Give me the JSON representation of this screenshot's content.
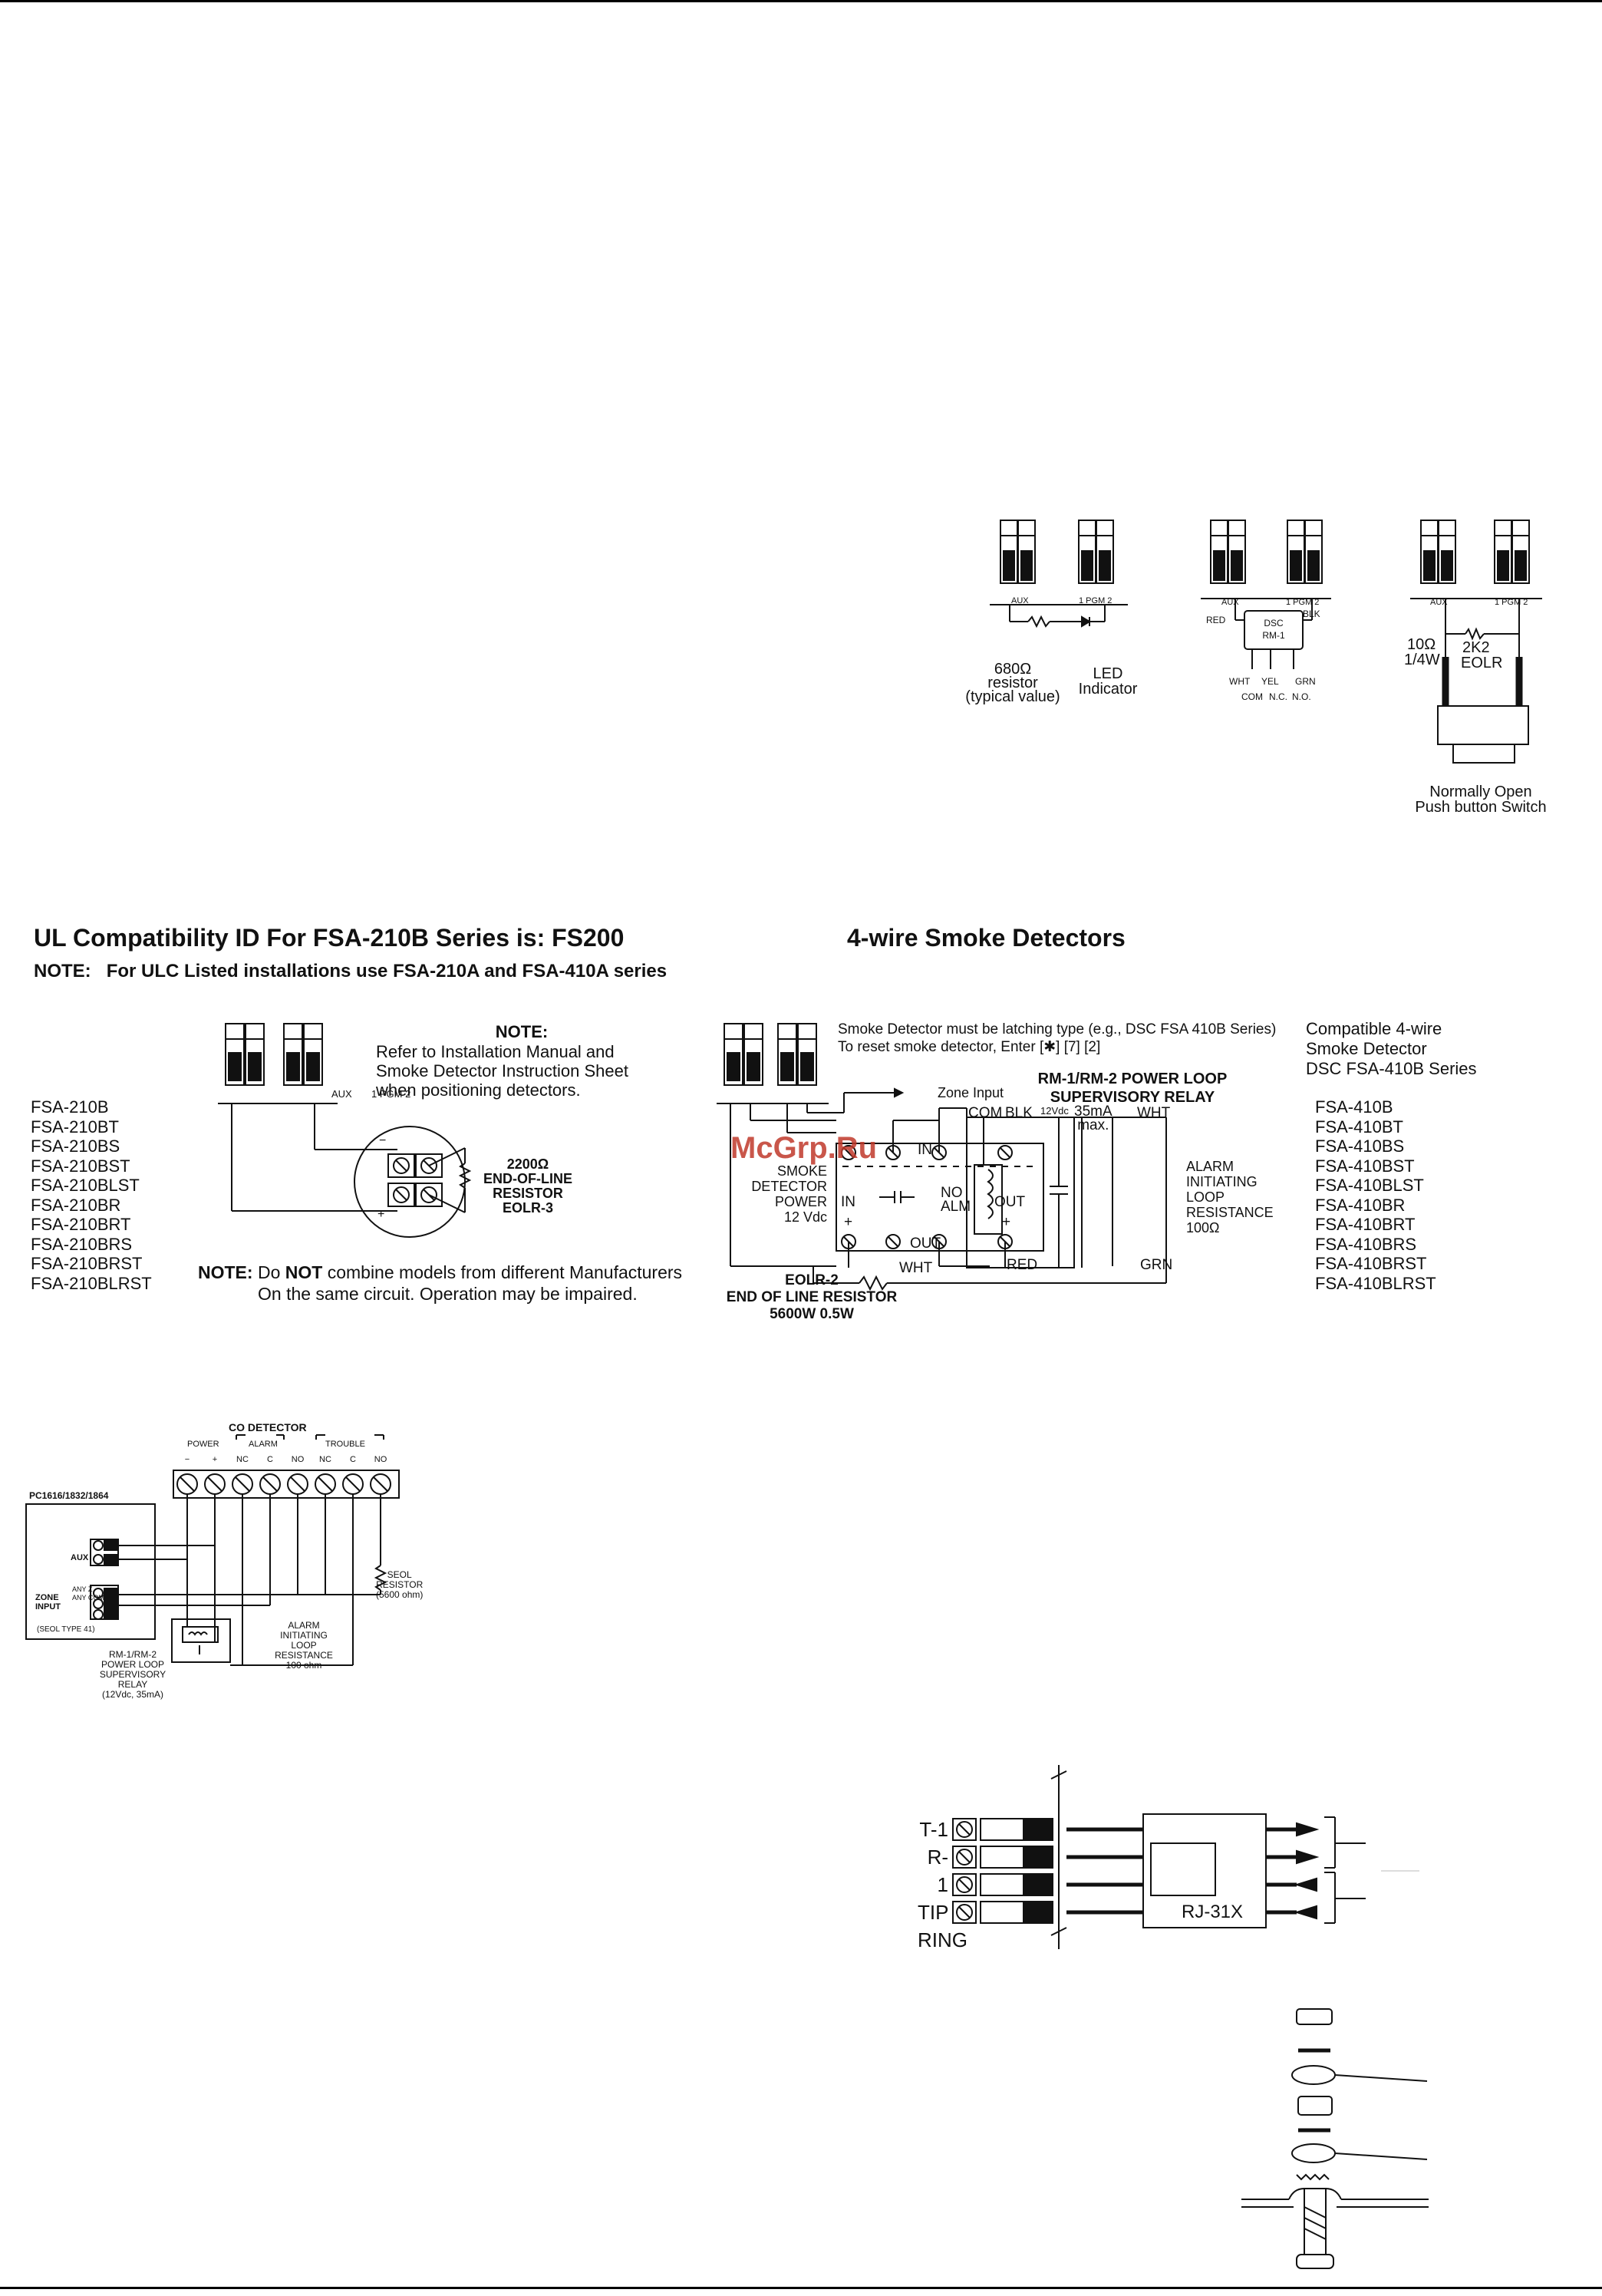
{
  "top_diagrams": {
    "led": {
      "resistor_label": [
        "680Ω",
        "resistor",
        "(typical value)"
      ],
      "led_label": [
        "LED",
        "Indicator"
      ]
    },
    "rm1": {
      "module": [
        "DSC",
        "RM-1"
      ],
      "wires_top": [
        "RED",
        "BLK"
      ],
      "wires_bottom": [
        "WHT",
        "YEL",
        "GRN"
      ],
      "contacts": [
        "COM",
        "N.C.",
        "N.O."
      ]
    },
    "pushbutton": {
      "resistor_left": [
        "10Ω",
        "1/4W"
      ],
      "resistor_right": [
        "2K2",
        "EOLR"
      ],
      "switch_label": [
        "Normally Open",
        "Push button Switch"
      ]
    },
    "terminals": {
      "aux": "AUX",
      "pgm": "1 PGM 2",
      "plus": "+",
      "minus": "−"
    }
  },
  "section_2wire": {
    "heading": "UL Compatibility ID For FSA-210B Series is: FS200",
    "note_label": "NOTE:",
    "note_text": "For ULC Listed installations use FSA-210A and FSA-410A series",
    "note2_title": "NOTE:",
    "note2_lines": [
      "Refer to Installation Manual and",
      "Smoke Detector Instruction Sheet",
      "when positioning detectors."
    ],
    "eol": [
      "2200Ω",
      "END-OF-LINE",
      "RESISTOR",
      "EOLR-3"
    ],
    "models": [
      "FSA-210B",
      "FSA-210BT",
      "FSA-210BS",
      "FSA-210BST",
      "FSA-210BLST",
      "FSA-210BR",
      "FSA-210BRT",
      "FSA-210BRS",
      "FSA-210BRST",
      "FSA-210BLRST"
    ],
    "bottom_note_label": "NOTE:",
    "bottom_note_a": "Do",
    "bottom_note_not": "NOT",
    "bottom_note_b": "combine models from different Manufacturers",
    "bottom_note_2": "On the same circuit. Operation may be impaired."
  },
  "section_4wire": {
    "heading": "4-wire Smoke Detectors",
    "latch_note": [
      "Smoke Detector must be latching type (e.g., DSC FSA 410B Series)",
      "To reset smoke detector, Enter [✱] [7] [2]"
    ],
    "relay_title": [
      "RM-1/RM-2 POWER LOOP",
      "SUPERVISORY RELAY"
    ],
    "zone_input": "Zone Input",
    "labels": {
      "com": "COM",
      "blk": "BLK",
      "vdc": "12Vdc",
      "ma": "35mA",
      "max": "max.",
      "wht_top": "WHT",
      "in1": "IN",
      "in2": "IN",
      "out1": "OUT",
      "out2": "OUT",
      "no_alm": [
        "NO",
        "ALM"
      ],
      "red": "RED",
      "grn": "GRN",
      "wht_bottom": "WHT",
      "plus": "+",
      "minus": "−"
    },
    "smoke_power": [
      "SMOKE",
      "DETECTOR",
      "POWER",
      "12 Vdc"
    ],
    "alarm_loop": [
      "ALARM",
      "INITIATING",
      "LOOP",
      "RESISTANCE",
      "100Ω"
    ],
    "eolr2": [
      "EOLR-2",
      "END OF LINE RESISTOR",
      "5600W 0.5W"
    ],
    "compatible": [
      "Compatible 4-wire",
      "Smoke Detector",
      "DSC FSA-410B Series"
    ],
    "models": [
      "FSA-410B",
      "FSA-410BT",
      "FSA-410BS",
      "FSA-410BST",
      "FSA-410BLST",
      "FSA-410BR",
      "FSA-410BRT",
      "FSA-410BRS",
      "FSA-410BRST",
      "FSA-410BLRST"
    ],
    "watermark": "McGrp.Ru"
  },
  "co_detector": {
    "title": "CO DETECTOR",
    "groups": [
      "POWER",
      "ALARM",
      "TROUBLE"
    ],
    "terminals": [
      "−",
      "+",
      "NC",
      "C",
      "NO",
      "NC",
      "C",
      "NO"
    ],
    "panel": "PC1616/1832/1864",
    "aux": "AUX",
    "zone_input": [
      "ZONE",
      "INPUT"
    ],
    "zone_terms": [
      "ANY Z",
      "ANY COM"
    ],
    "seol_type": "(SEOL TYPE 41)",
    "seol": [
      "SEOL",
      "RESISTOR",
      "(5600 ohm)"
    ],
    "alarm_loop": [
      "ALARM",
      "INITIATING",
      "LOOP",
      "RESISTANCE",
      "100 ohm"
    ],
    "relay": [
      "RM-1/RM-2",
      "POWER LOOP",
      "SUPERVISORY",
      "RELAY",
      "(12Vdc, 35mA)"
    ]
  },
  "rj31x": {
    "terminals": [
      "T-1",
      "R-1",
      "TIP",
      "RING"
    ],
    "jack": "RJ-31X"
  }
}
